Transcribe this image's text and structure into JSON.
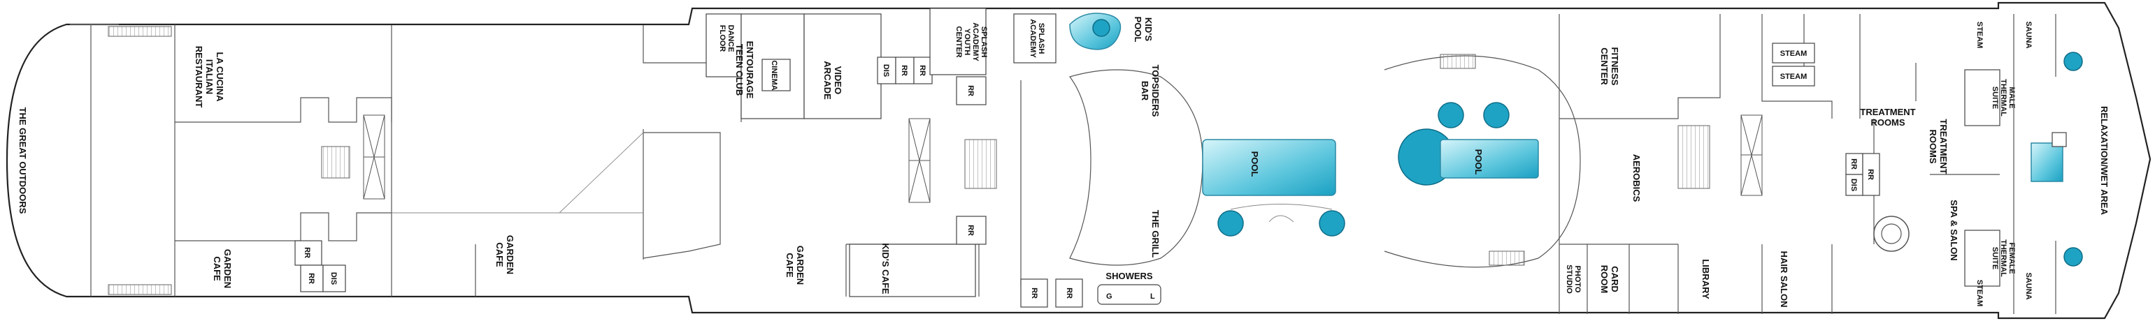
{
  "labels": {
    "great_outdoors": "THE GREAT OUTDOORS",
    "la_cucina": [
      "LA CUCINA",
      "ITALIAN",
      "RESTAURANT"
    ],
    "garden_cafe": [
      "GARDEN",
      "CAFE"
    ],
    "rr": "RR",
    "dis": "DIS",
    "dance_floor": [
      "DANCE",
      "FLOOR"
    ],
    "entourage": [
      "ENTOURAGE",
      "TEEN CLUB"
    ],
    "cinema": "CINEMA",
    "video_arcade": [
      "VIDEO",
      "ARCADE"
    ],
    "splash_youth": [
      "SPLASH",
      "ACADEMY",
      "YOUTH",
      "CENTER"
    ],
    "splash_academy": [
      "SPLASH",
      "ACADEMY"
    ],
    "kids_pool": [
      "KID'S",
      "POOL"
    ],
    "kids_cafe": "KID'S CAFE",
    "topsiders": [
      "TOPSIDERS",
      "BAR"
    ],
    "the_grill": "THE GRILL",
    "showers": "SHOWERS",
    "shower_letters": [
      "G",
      "L"
    ],
    "pool": "POOL",
    "fitness": [
      "FITNESS",
      "CENTER"
    ],
    "aerobics": "AEROBICS",
    "photo_studio": [
      "PHOTO",
      "STUDIO"
    ],
    "card_room": [
      "CARD",
      "ROOM"
    ],
    "library": "LIBRARY",
    "hair_salon": "HAIR SALON",
    "steam": "STEAM",
    "treatment_rooms": [
      "TREATMENT",
      "ROOMS"
    ],
    "male_suite": [
      "MALE",
      "THERMAL",
      "SUITE"
    ],
    "female_suite": [
      "FEMALE",
      "THERMAL",
      "SUITE"
    ],
    "sauna": "SAUNA",
    "spa_salon": "SPA & SALON",
    "relaxation": "RELAXATION/WET AREA"
  },
  "colors": {
    "water_light": "#bfeef6",
    "water_dark": "#1aa0c2",
    "hull": "#222222",
    "wall": "#555555"
  }
}
